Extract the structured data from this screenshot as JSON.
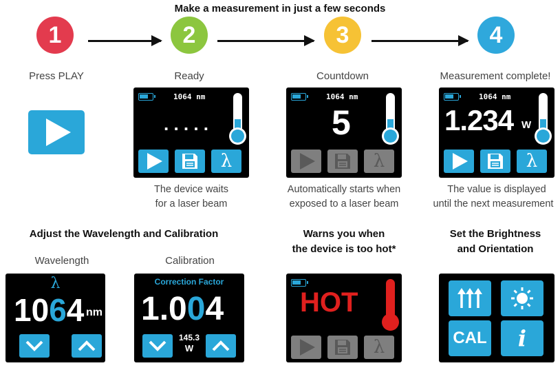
{
  "header": {
    "title": "Make a measurement in just a few seconds"
  },
  "steps": [
    {
      "number": "1",
      "color": "#e33b4e",
      "label": "Press PLAY"
    },
    {
      "number": "2",
      "color": "#8cc63f",
      "label": "Ready",
      "desc1": "The device waits",
      "desc2": "for a laser beam",
      "wavelength": "1064 nm",
      "display": ". . . . ."
    },
    {
      "number": "3",
      "color": "#f6c235",
      "label": "Countdown",
      "desc1": "Automatically starts when",
      "desc2": "exposed to a laser beam",
      "wavelength": "1064 nm",
      "display": "5"
    },
    {
      "number": "4",
      "color": "#2fa8dc",
      "label": "Measurement complete!",
      "desc1": "The value is displayed",
      "desc2": "until the next measurement",
      "wavelength": "1064 nm",
      "display": "1.234",
      "unit": "W"
    }
  ],
  "adjust": {
    "title": "Adjust the Wavelength and Calibration",
    "wavelength": {
      "caption": "Wavelength",
      "symbol": "λ",
      "digits": [
        "1",
        "0",
        "6",
        "4"
      ],
      "unit": "nm"
    },
    "calibration": {
      "caption": "Calibration",
      "header": "Correction Factor",
      "digits": [
        "1",
        ".",
        "0",
        "0",
        "4"
      ],
      "power_value": "145.3",
      "power_unit": "W"
    }
  },
  "hot": {
    "title1": "Warns you when",
    "title2": "the device is too hot*",
    "text": "HOT"
  },
  "settings": {
    "title1": "Set the Brightness",
    "title2": "and Orientation",
    "cal_label": "CAL",
    "info_label": "i"
  },
  "buttons": {
    "lambda": "λ"
  },
  "colors": {
    "accent": "#2aa7d9",
    "hot": "#e0201e",
    "screen_bg": "#000000",
    "disabled": "#7f7f7f"
  }
}
